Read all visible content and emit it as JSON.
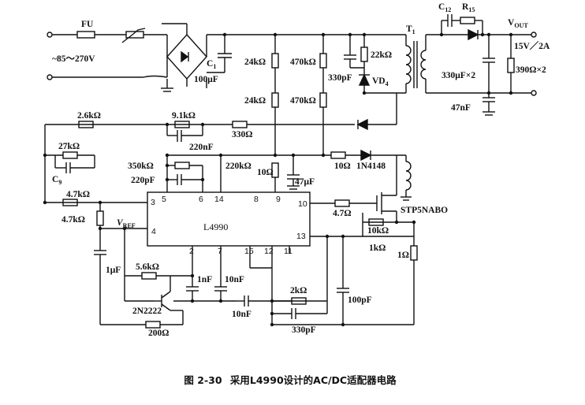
{
  "caption": {
    "number": "图 2-30",
    "title": "采用L4990设计的AC/DC适配器电路"
  },
  "input": {
    "fuse": "FU",
    "voltage": "~85～270V"
  },
  "chip": {
    "name": "L4990",
    "vref": "V",
    "vref_sub": "REF",
    "pins": [
      "3",
      "5",
      "6",
      "14",
      "8",
      "9",
      "10",
      "4",
      "13",
      "2",
      "7",
      "15",
      "12",
      "11"
    ]
  },
  "components": {
    "c1": "C",
    "c1_sub": "1",
    "c1_value": "100μF",
    "r_24k_a": "24kΩ",
    "r_24k_b": "24kΩ",
    "r_470k_a": "470kΩ",
    "r_470k_b": "470kΩ",
    "c_330p_snub": "330pF",
    "r_22k": "22kΩ",
    "vd4": "VD",
    "vd4_sub": "4",
    "transformer": "T",
    "transformer_sub": "1",
    "c12": "C",
    "c12_sub": "12",
    "r15": "R",
    "r15_sub": "15",
    "vout": "V",
    "vout_sub": "OUT",
    "vout_value": "15V／2A",
    "c_out": "330μF×2",
    "r_out": "390Ω×2",
    "c_47n": "47nF",
    "r_2_6k": "2.6kΩ",
    "r_9_1k": "9.1kΩ",
    "c_220n": "220nF",
    "r_330": "330Ω",
    "r_27k": "27kΩ",
    "c9": "C",
    "c9_sub": "9",
    "r_350k": "350kΩ",
    "c_220p": "220pF",
    "r_220k": "220kΩ",
    "r_10a": "10Ω",
    "c_47u": "47μF",
    "r_10b": "10Ω",
    "d_1n4148": "1N4148",
    "r_4_7k_a": "4.7kΩ",
    "r_4_7k_b": "4.7kΩ",
    "r_4_7": "4.7Ω",
    "mosfet": "STP5NABO",
    "r_10k": "10kΩ",
    "r_1k": "1kΩ",
    "r_1": "1Ω",
    "c_1u": "1μF",
    "r_5_6k": "5.6kΩ",
    "c_1n": "1nF",
    "c_10n_a": "10nF",
    "transistor": "2N2222",
    "r_200": "200Ω",
    "c_10n_b": "10nF",
    "r_2k": "2kΩ",
    "c_330p": "330pF",
    "c_100p": "100pF"
  }
}
